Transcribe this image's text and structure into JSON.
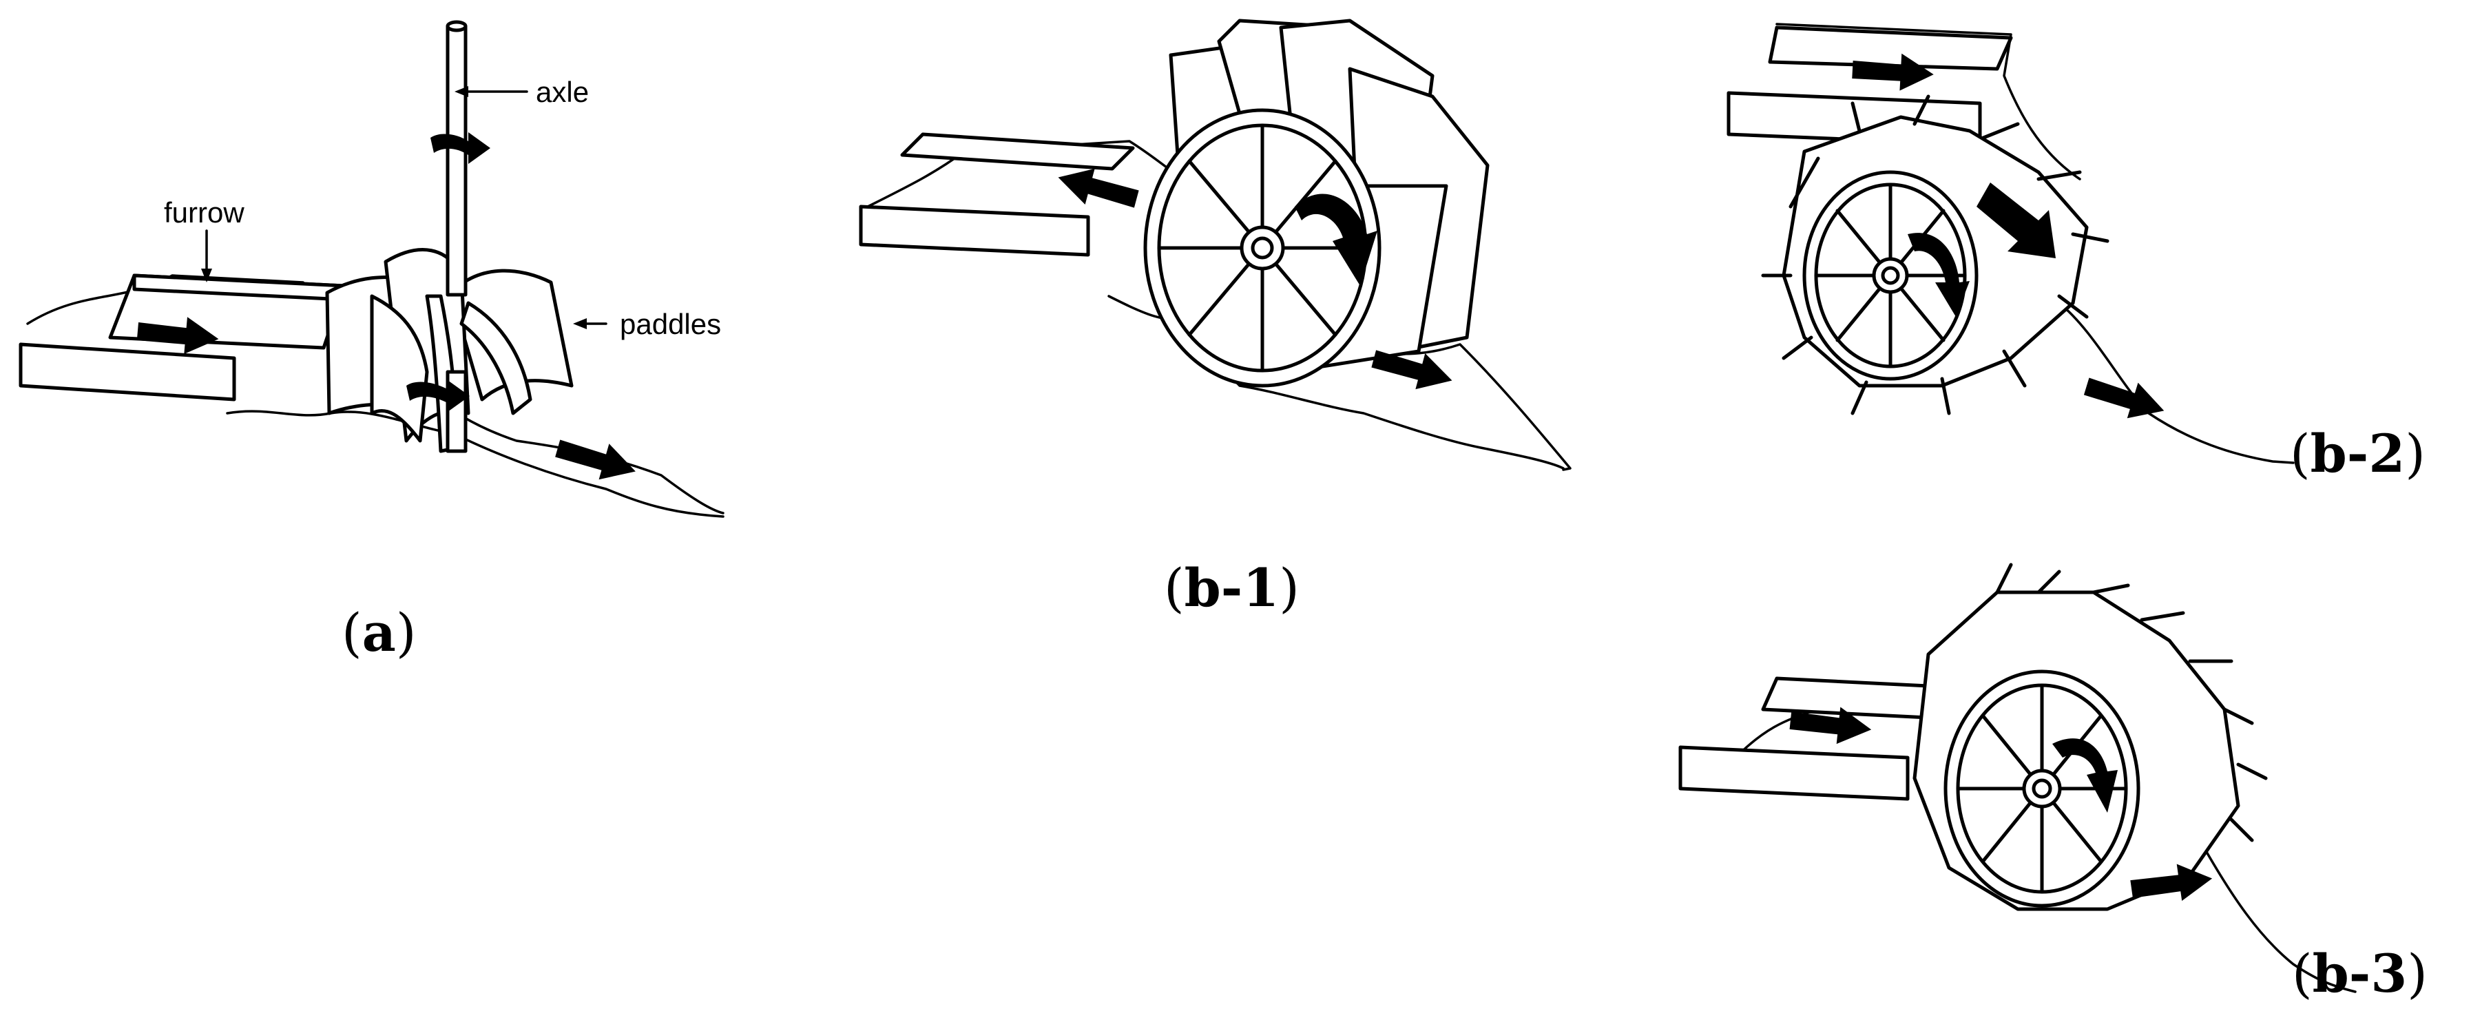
{
  "figure": {
    "panels": [
      {
        "label_open": "(",
        "label_main": "a",
        "label_close": ")",
        "callouts": {
          "axle": "axle",
          "furrow": "furrow",
          "paddles": "paddles"
        }
      },
      {
        "label_open": "(",
        "label_main": "b-1",
        "label_close": ")"
      },
      {
        "label_open": "(",
        "label_main": "b-2",
        "label_close": ")"
      },
      {
        "label_open": "(",
        "label_main": "b-3",
        "label_close": ")"
      }
    ]
  }
}
